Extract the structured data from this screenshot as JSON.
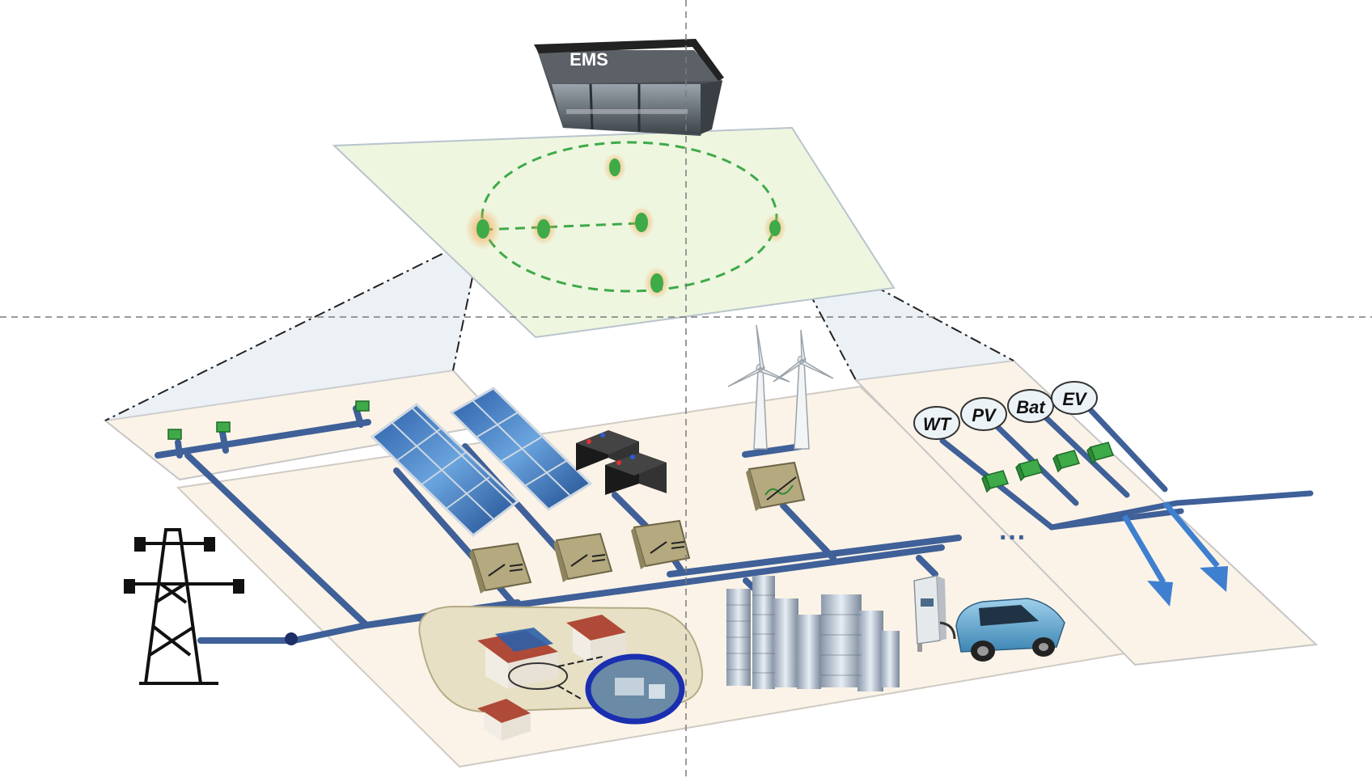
{
  "ems": {
    "label": "EMS"
  },
  "sources": [
    {
      "id": "wt",
      "label": "WT"
    },
    {
      "id": "pv",
      "label": "PV"
    },
    {
      "id": "bat",
      "label": "Bat"
    },
    {
      "id": "ev",
      "label": "EV"
    }
  ],
  "continuation": "···",
  "colors": {
    "bus": "#3f6098",
    "node": "#3eaa48",
    "converter": "#b4a97f",
    "plane_lower": "#fbf3e7",
    "plane_upper": "#eef6e0",
    "arrow": "#3f7fcf"
  }
}
